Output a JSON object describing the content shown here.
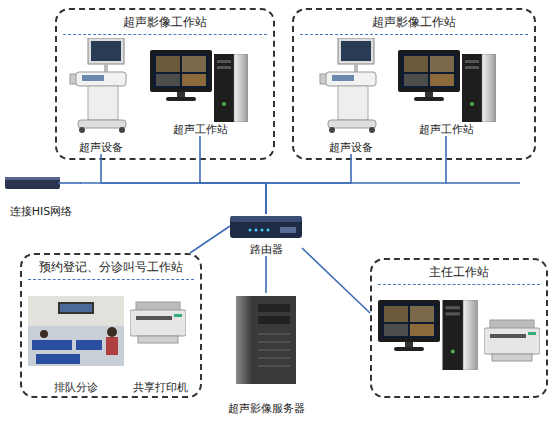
{
  "diagram": {
    "nodes": [
      {
        "text": [
          "超声影像工作站"
        ]
      },
      {
        "text": [
          "超声设备"
        ],
        "in": 0
      },
      {
        "text": [
          "超声工作站"
        ],
        "in": 0
      },
      {
        "text": [
          "超声影像工作站"
        ]
      },
      {
        "text": [
          "超声设备"
        ],
        "in": 3
      },
      {
        "text": [
          "超声工作站"
        ],
        "in": 3
      },
      {
        "text": [
          "连接HIS网络"
        ]
      },
      {
        "text": [
          "路由器"
        ]
      },
      {
        "text": [
          "预约登记、分诊叫号工作站"
        ]
      },
      {
        "text": [
          "排队分诊"
        ],
        "in": 8
      },
      {
        "text": [
          "共享打印机"
        ],
        "in": 8
      },
      {
        "text": [
          "超声影像服务器"
        ]
      },
      {
        "text": [
          "主任工作站"
        ]
      }
    ],
    "edges": [
      {
        "from": 1,
        "to": 7,
        "arrow": "none"
      },
      {
        "from": 2,
        "to": 7,
        "arrow": "none"
      },
      {
        "from": 4,
        "to": 7,
        "arrow": "none"
      },
      {
        "from": 5,
        "to": 7,
        "arrow": "none"
      },
      {
        "from": 6,
        "to": 7,
        "arrow": "none"
      },
      {
        "from": 7,
        "to": 8,
        "arrow": "none"
      },
      {
        "from": 7,
        "to": 11,
        "arrow": "none"
      },
      {
        "from": 7,
        "to": 12,
        "arrow": "none"
      }
    ]
  }
}
